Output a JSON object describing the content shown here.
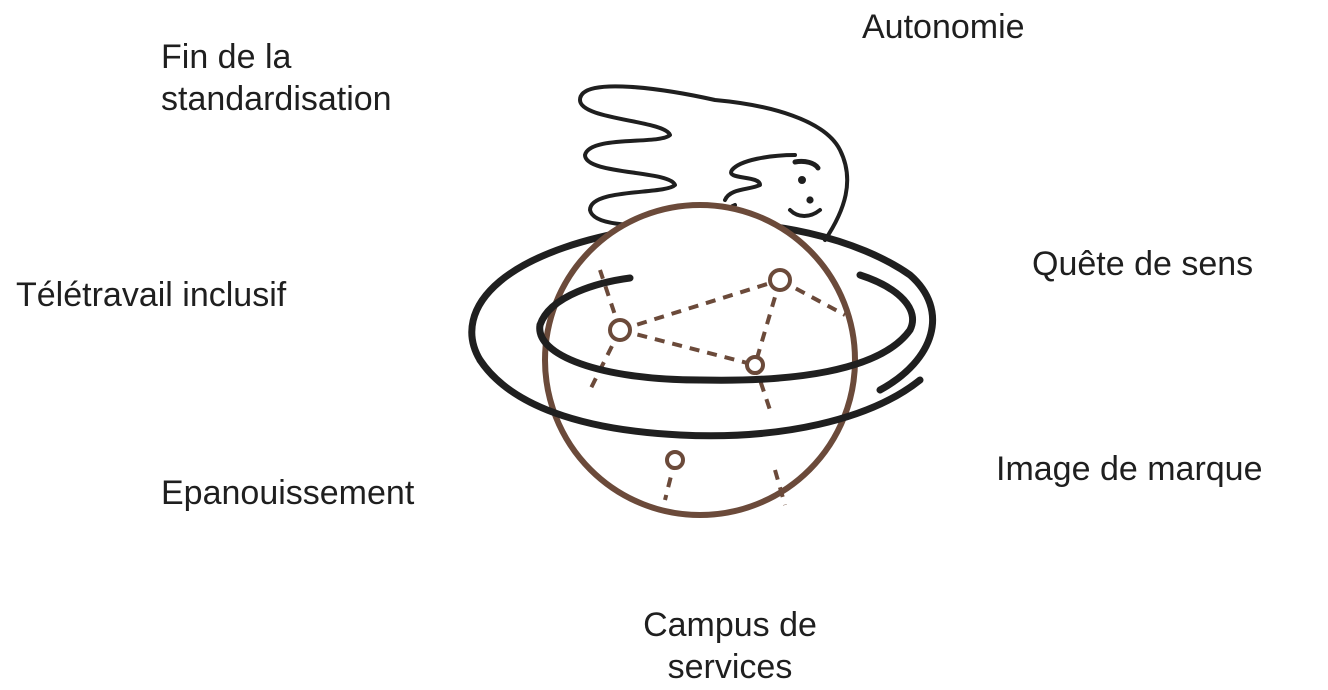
{
  "labels": {
    "autonomie": "Autonomie",
    "fin_standardisation": "Fin de la\nstandardisation",
    "teletravail": "Télétravail inclusif",
    "quete_sens": "Quête de sens",
    "image_marque": "Image de marque",
    "epanouissement": "Epanouissement",
    "campus_services": "Campus de\nservices"
  },
  "colors": {
    "ink": "#1f1f1f",
    "planet": "#6b4a3a",
    "background": "#ffffff"
  },
  "illustration": {
    "subject": "winged-head-over-planet-with-ring",
    "icons": [
      "head-icon",
      "planet-icon",
      "ring-icon",
      "network-nodes-icon"
    ]
  }
}
